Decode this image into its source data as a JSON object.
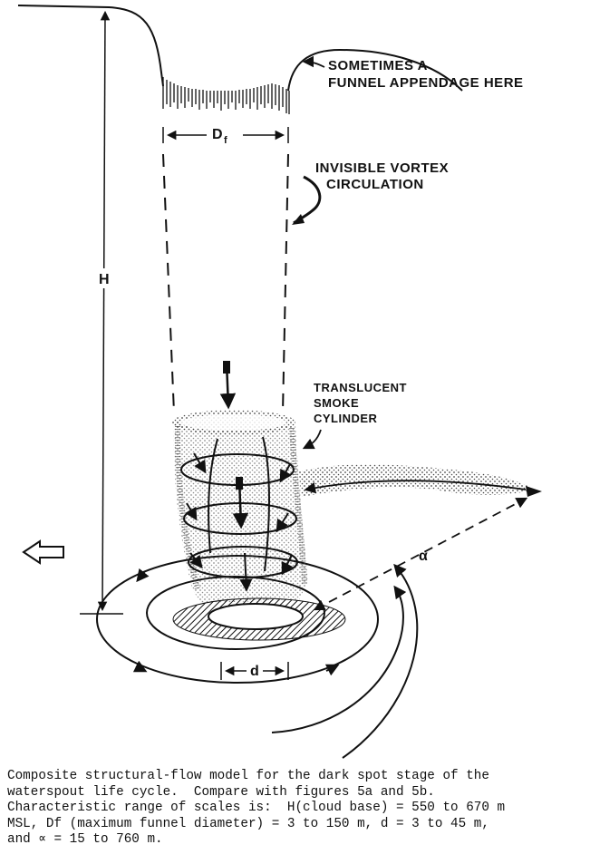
{
  "diagram": {
    "labels": {
      "funnel_appendage_line1": "SOMETIMES A",
      "funnel_appendage_line2": "FUNNEL APPENDAGE HERE",
      "vortex_line1": "INVISIBLE VORTEX",
      "vortex_line2": "CIRCULATION",
      "smoke_line1": "TRANSLUCENT",
      "smoke_line2": "SMOKE",
      "smoke_line3": "CYLINDER",
      "dim_height": "H",
      "dim_funnel_diameter": "D",
      "dim_funnel_diameter_sub": "f",
      "dim_spot_diameter": "d",
      "dim_alpha": "α"
    },
    "colors": {
      "ink": "#111111",
      "stipple": "#333333",
      "paper": "#ffffff"
    }
  },
  "caption": {
    "line1": "Composite structural-flow model for the dark spot stage of the",
    "line2": "waterspout life cycle.  Compare with figures 5a and 5b.",
    "line3": "Characteristic range of scales is:  H(cloud base) = 550 to 670 m",
    "line4": "MSL, Df (maximum funnel diameter) = 3 to 150 m, d = 3 to 45 m,",
    "line5": "and ∝ = 15 to 760 m."
  }
}
